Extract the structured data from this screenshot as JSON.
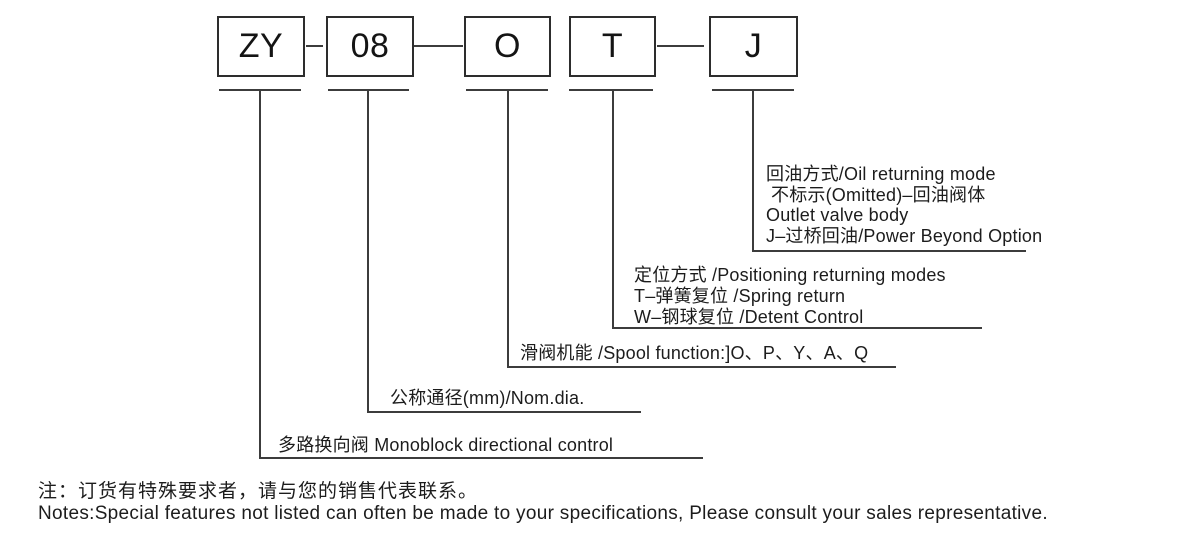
{
  "model_code": {
    "segments": [
      {
        "label": "ZY"
      },
      {
        "label": "08"
      },
      {
        "label": "O"
      },
      {
        "label": "T"
      },
      {
        "label": "J"
      }
    ]
  },
  "annotations": {
    "oil_return": {
      "for_segment": "J",
      "lines": [
        "回油方式/Oil returning mode",
        "不标示(Omitted)–回油阀体",
        "Outlet valve body",
        "J–过桥回油/Power Beyond Option"
      ]
    },
    "positioning": {
      "for_segment": "T",
      "lines": [
        "定位方式 /Positioning returning modes",
        "T–弹簧复位 /Spring return",
        "W–钢球复位 /Detent Control"
      ]
    },
    "spool_function": {
      "for_segment": "O",
      "lines": [
        "滑阀机能 /Spool function:]O、P、Y、A、Q"
      ]
    },
    "nominal_diameter": {
      "for_segment": "08",
      "lines": [
        "公称通径(mm)/Nom.dia."
      ]
    },
    "valve_type": {
      "for_segment": "ZY",
      "lines": [
        "多路换向阀 Monoblock directional control"
      ]
    }
  },
  "notes": {
    "line_cn": "注：订货有特殊要求者，请与您的销售代表联系。",
    "line_en": "Notes:Special features not listed can often be made to your specifications, Please consult your sales representative."
  },
  "colors": {
    "line": "#3c3c3c",
    "text": "#1c1c1c",
    "box_border": "#2d2d2d",
    "background": "#ffffff"
  }
}
